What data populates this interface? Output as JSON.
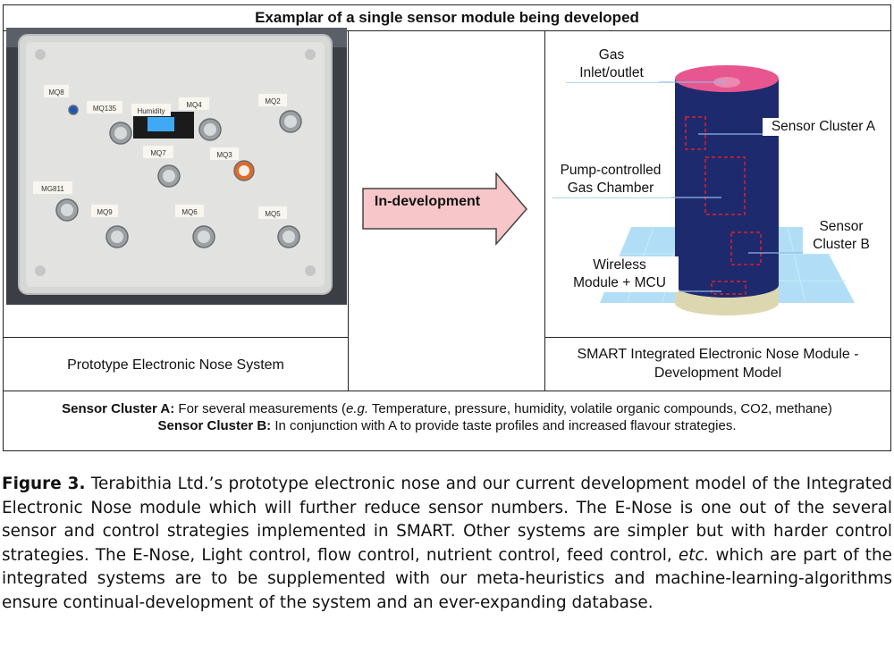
{
  "panel": {
    "title": "Examplar of a single sensor module being developed",
    "left_caption": "Prototype Electronic Nose System",
    "arrow_label": "In-development",
    "right_caption_line1": "SMART Integrated Electronic Nose Module -",
    "right_caption_line2": "Development Model"
  },
  "photo": {
    "sensor_labels": [
      "MQ8",
      "MQ135",
      "Humidity",
      "MQ4",
      "MQ2",
      "MQ7",
      "MQ3",
      "MG811",
      "MQ9",
      "MQ6",
      "MQ5"
    ]
  },
  "module": {
    "gas_line1": "Gas",
    "gas_line2": "Inlet/outlet",
    "cluster_a": "Sensor Cluster A",
    "pump_line1": "Pump-controlled",
    "pump_line2": "Gas Chamber",
    "cluster_b_line1": "Sensor",
    "cluster_b_line2": "Cluster B",
    "wireless_line1": "Wireless",
    "wireless_line2": "Module +  MCU"
  },
  "legend": {
    "a_label": "Sensor Cluster A:",
    "a_pre": " For several measurements (",
    "a_eg": "e.g.",
    "a_post": " Temperature, pressure, humidity, volatile organic compounds, CO2, methane)",
    "b_label": "Sensor Cluster B:",
    "b_text": " In conjunction with A to provide taste profiles and increased flavour strategies."
  },
  "figure": {
    "label": "Figure 3.",
    "text1": " Terabithia Ltd.’s prototype electronic nose and our current development model of the Integrated Electronic Nose module which will further reduce sensor numbers. The E-Nose is one out of the several sensor and control strategies implemented in SMART. Other systems are simpler but with harder control strategies. The E-Nose, Light control, flow control, nutrient control, feed control, ",
    "etc": "etc.",
    "text2": " which are part of the integrated systems are to be supplemented with our meta-heuristics and machine-learning-algorithms ensure continual-development of the system and an ever-expanding database."
  },
  "colors": {
    "arrow_fill": "#f7c6c9",
    "cylinder_body": "#1e2a6e",
    "cylinder_top": "#e8568f",
    "cylinder_base": "#ddd7b0",
    "grid_plate": "#a8daf5",
    "cluster_box": "#e0202a",
    "leader_line": "#8fb8e8"
  }
}
